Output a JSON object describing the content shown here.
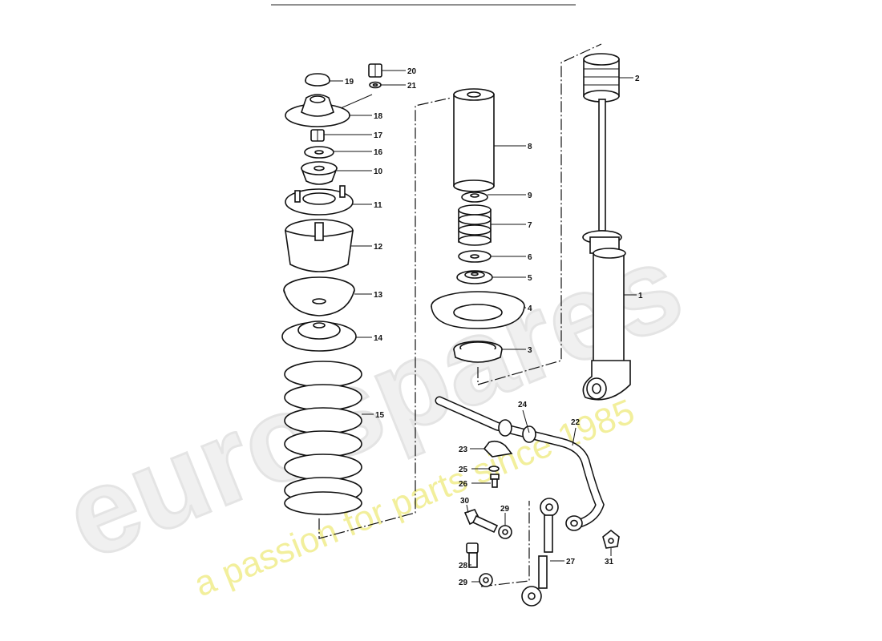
{
  "watermark": {
    "brand": "eurospares",
    "tagline": "a passion for parts since 1985"
  },
  "parts": [
    {
      "id": "p1",
      "label": "1",
      "name": "shock-absorber"
    },
    {
      "id": "p2",
      "label": "2",
      "name": "shock-top-bump-cap"
    },
    {
      "id": "p3",
      "label": "3",
      "name": "spring-plate-ring"
    },
    {
      "id": "p4",
      "label": "4",
      "name": "spring-plate-lower"
    },
    {
      "id": "p5",
      "label": "5",
      "name": "washer-5"
    },
    {
      "id": "p6",
      "label": "6",
      "name": "washer-6"
    },
    {
      "id": "p7",
      "label": "7",
      "name": "bump-stop"
    },
    {
      "id": "p8",
      "label": "8",
      "name": "protective-sleeve"
    },
    {
      "id": "p9",
      "label": "9",
      "name": "sleeve-cap"
    },
    {
      "id": "p10",
      "label": "10",
      "name": "rubber-buffer"
    },
    {
      "id": "p11",
      "label": "11",
      "name": "spring-plate-studs"
    },
    {
      "id": "p12",
      "label": "12",
      "name": "rubber-mount-cone"
    },
    {
      "id": "p13",
      "label": "13",
      "name": "spring-cup"
    },
    {
      "id": "p14",
      "label": "14",
      "name": "spring-seat"
    },
    {
      "id": "p15",
      "label": "15",
      "name": "coil-spring"
    },
    {
      "id": "p16",
      "label": "16",
      "name": "washer-16"
    },
    {
      "id": "p17",
      "label": "17",
      "name": "nut-17"
    },
    {
      "id": "p18",
      "label": "18",
      "name": "top-mount"
    },
    {
      "id": "p19",
      "label": "19",
      "name": "cap-19"
    },
    {
      "id": "p20",
      "label": "20",
      "name": "nut-20"
    },
    {
      "id": "p21",
      "label": "21",
      "name": "washer-21"
    },
    {
      "id": "p22",
      "label": "22",
      "name": "anti-roll-bar"
    },
    {
      "id": "p23",
      "label": "23",
      "name": "clamp-bracket"
    },
    {
      "id": "p24",
      "label": "24",
      "name": "bar-bushing"
    },
    {
      "id": "p25",
      "label": "25",
      "name": "washer-25"
    },
    {
      "id": "p26",
      "label": "26",
      "name": "bolt-26"
    },
    {
      "id": "p27",
      "label": "27",
      "name": "coupling-rod"
    },
    {
      "id": "p28",
      "label": "28",
      "name": "bolt-28"
    },
    {
      "id": "p29a",
      "label": "29",
      "name": "washer-29-upper"
    },
    {
      "id": "p29b",
      "label": "29",
      "name": "washer-29-lower"
    },
    {
      "id": "p30",
      "label": "30",
      "name": "bolt-30"
    },
    {
      "id": "p31",
      "label": "31",
      "name": "nut-31"
    }
  ]
}
